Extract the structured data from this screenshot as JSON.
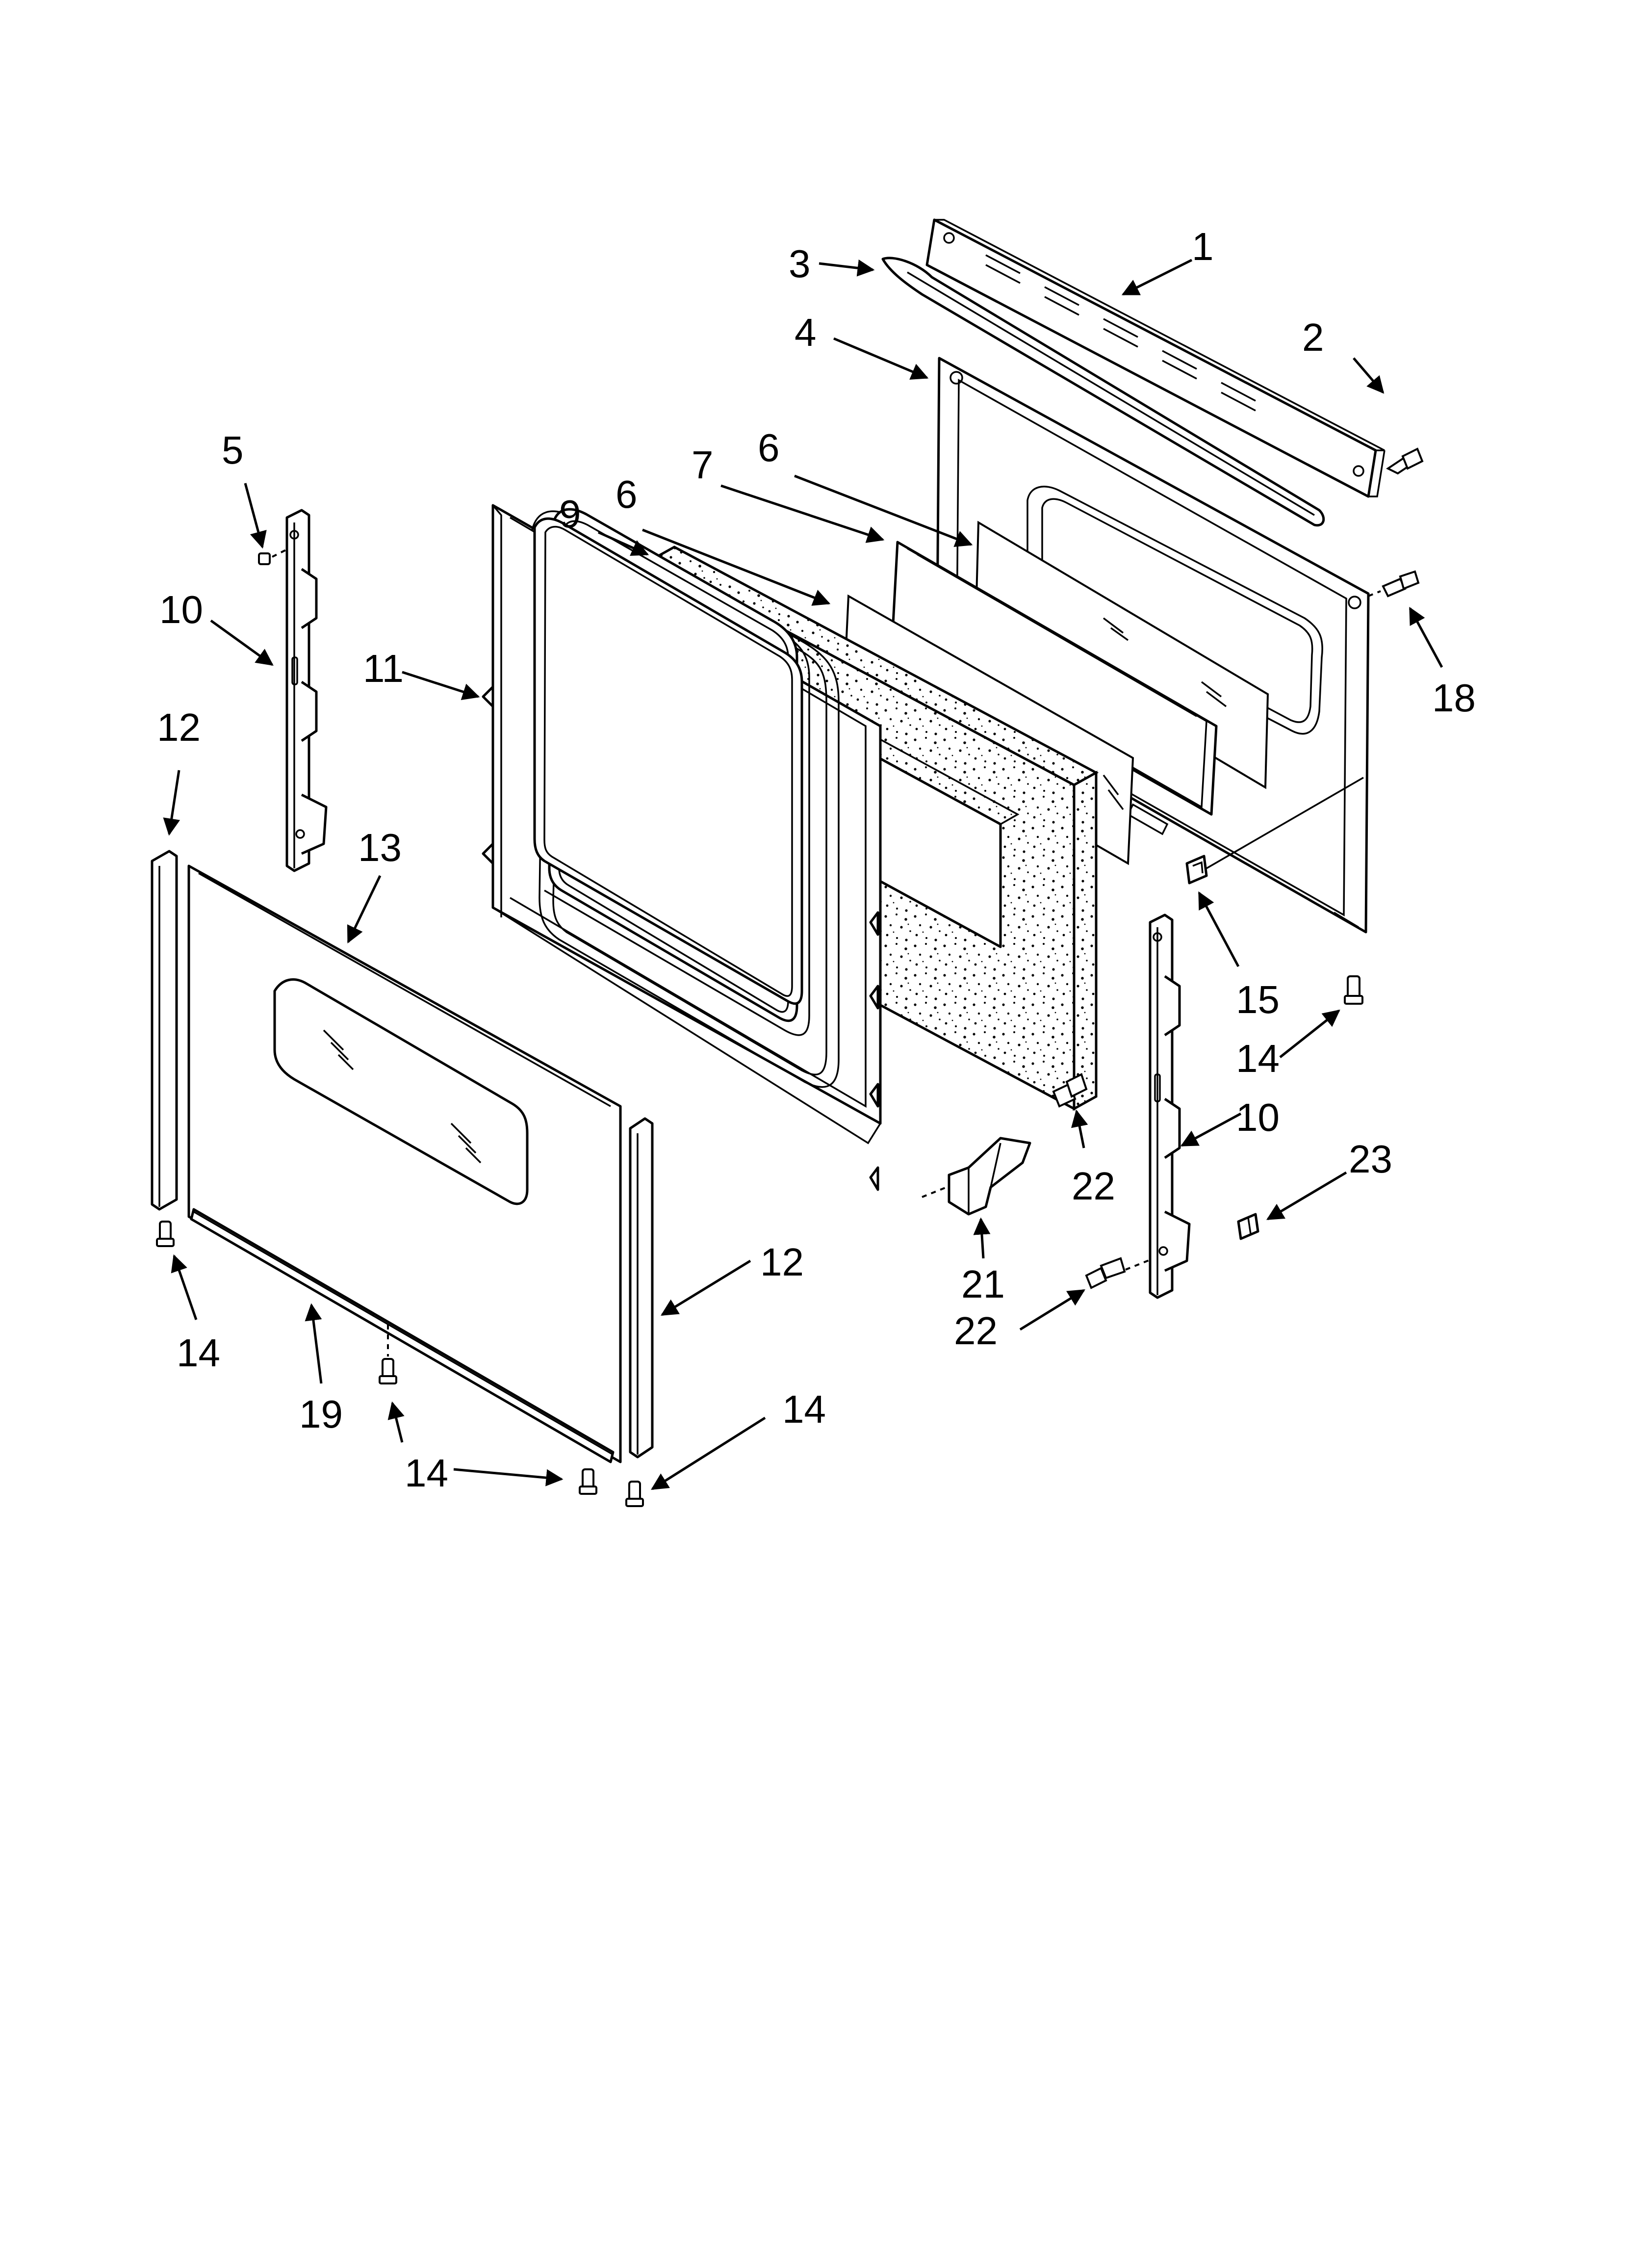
{
  "diagram": {
    "callouts": [
      {
        "id": "c1",
        "label": "1"
      },
      {
        "id": "c2",
        "label": "2"
      },
      {
        "id": "c3",
        "label": "3"
      },
      {
        "id": "c4",
        "label": "4"
      },
      {
        "id": "c5",
        "label": "5"
      },
      {
        "id": "c6a",
        "label": "6"
      },
      {
        "id": "c6b",
        "label": "6"
      },
      {
        "id": "c7",
        "label": "7"
      },
      {
        "id": "c9",
        "label": "9"
      },
      {
        "id": "c10a",
        "label": "10"
      },
      {
        "id": "c10b",
        "label": "10"
      },
      {
        "id": "c11",
        "label": "11"
      },
      {
        "id": "c12a",
        "label": "12"
      },
      {
        "id": "c12b",
        "label": "12"
      },
      {
        "id": "c13",
        "label": "13"
      },
      {
        "id": "c14a",
        "label": "14"
      },
      {
        "id": "c14b",
        "label": "14"
      },
      {
        "id": "c14c",
        "label": "14"
      },
      {
        "id": "c14d",
        "label": "14"
      },
      {
        "id": "c15",
        "label": "15"
      },
      {
        "id": "c18",
        "label": "18"
      },
      {
        "id": "c19",
        "label": "19"
      },
      {
        "id": "c21",
        "label": "21"
      },
      {
        "id": "c22a",
        "label": "22"
      },
      {
        "id": "c22b",
        "label": "22"
      },
      {
        "id": "c23",
        "label": "23"
      }
    ]
  }
}
